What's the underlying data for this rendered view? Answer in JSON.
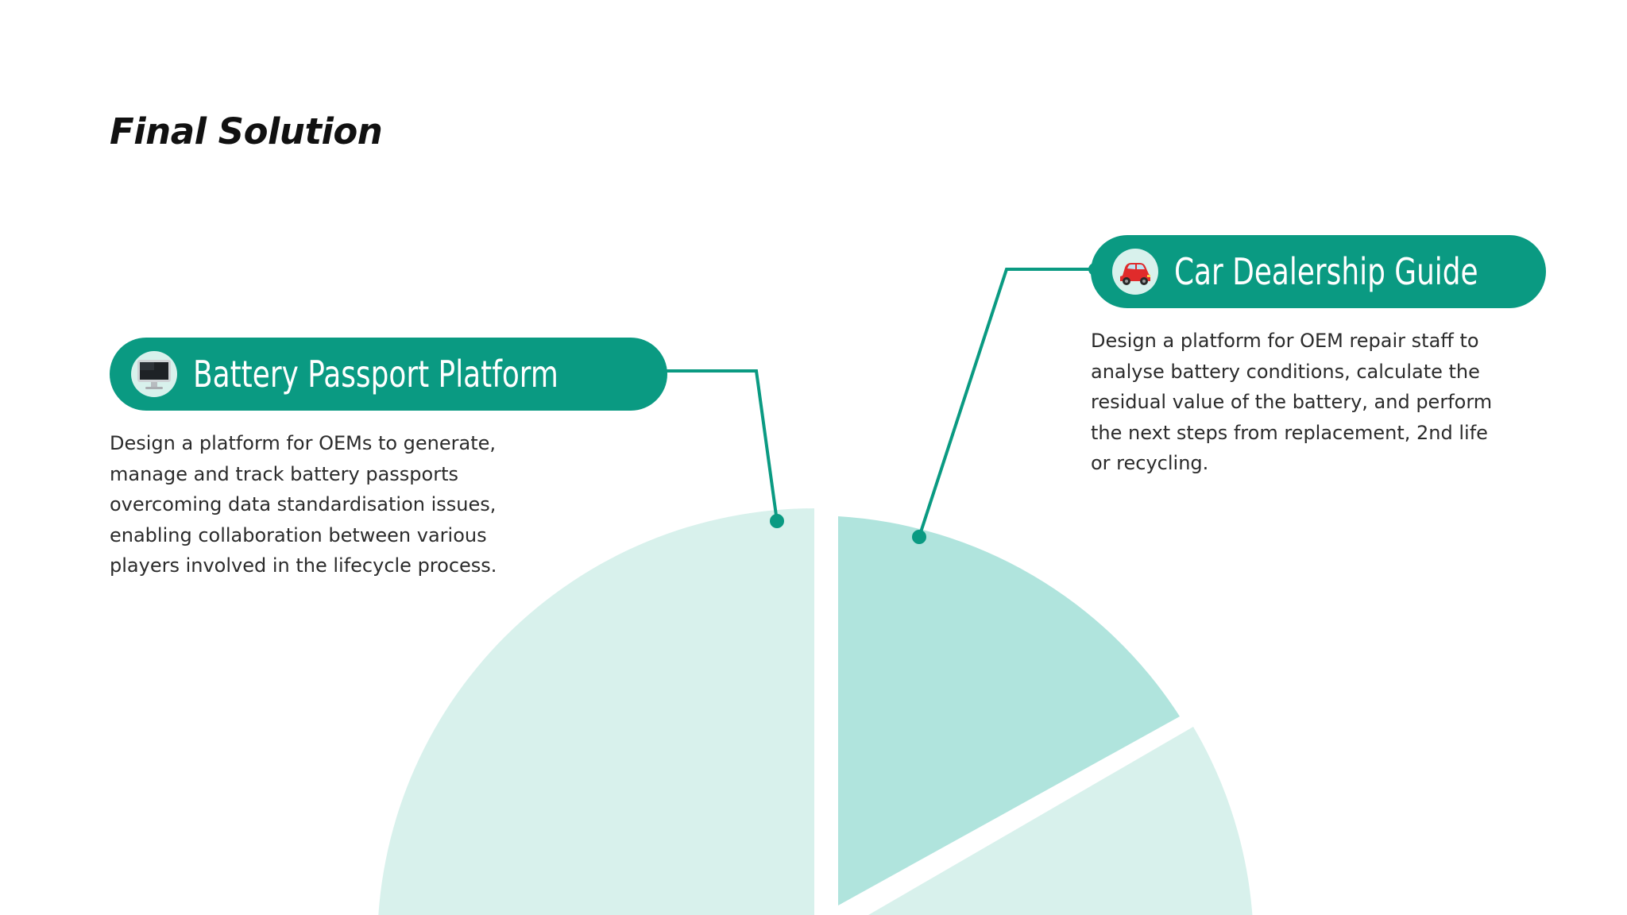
{
  "page": {
    "title": "Final Solution"
  },
  "callouts": [
    {
      "label": "Battery Passport Platform",
      "icon": "computer-monitor-icon",
      "description": "Design a platform for OEMs to generate,\nmanage and track battery passports\novercoming data standardisation issues,\nenabling collaboration between various\nplayers involved in the lifecycle process."
    },
    {
      "label": "Car Dealership Guide",
      "icon": "red-car-icon",
      "description": "Design a platform for OEM repair staff to\nanalyse battery conditions, calculate the\nresidual value of the battery, and perform\nthe next steps from replacement, 2nd life\nor recycling."
    }
  ],
  "colors": {
    "accent": "#0a9a82",
    "slice_light": "#d8f1ec",
    "slice_medium": "#b0e4dd"
  }
}
